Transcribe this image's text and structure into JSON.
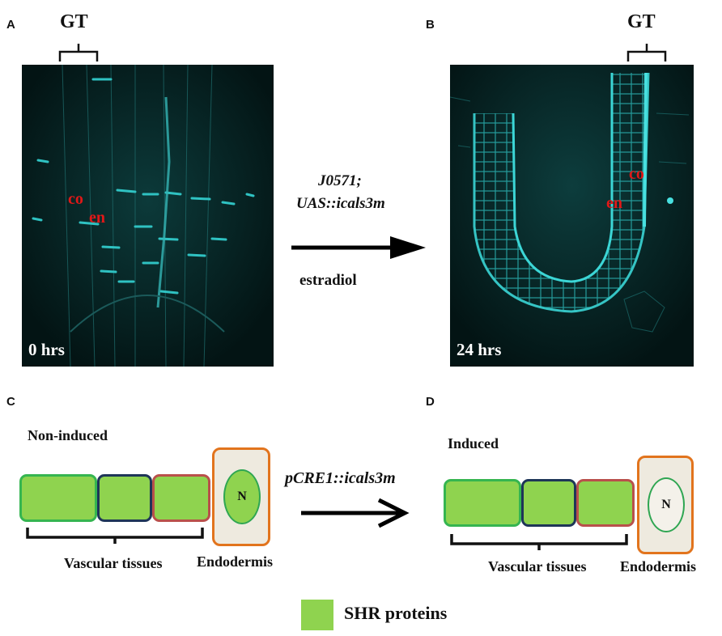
{
  "panels": {
    "a": {
      "letter": "A",
      "bracket_label": "GT",
      "time": "0 hrs",
      "label_co": "co",
      "label_en": "en"
    },
    "b": {
      "letter": "B",
      "bracket_label": "GT",
      "time": "24 hrs",
      "label_co": "co",
      "label_en": "en"
    },
    "c": {
      "letter": "C",
      "state": "Non-induced",
      "nucleus": "N",
      "vascular": "Vascular tissues",
      "endodermis": "Endodermis"
    },
    "d": {
      "letter": "D",
      "state": "Induced",
      "nucleus": "N",
      "vascular": "Vascular tissues",
      "endodermis": "Endodermis"
    }
  },
  "top_arrow": {
    "line1": "J0571;",
    "line2": "UAS::icals3m",
    "below": "estradiol"
  },
  "bottom_arrow": {
    "label": "pCRE1::icals3m"
  },
  "legend": {
    "label": "SHR proteins",
    "color": "#8fd34f"
  },
  "colors": {
    "cell_fill": "#8fd34f",
    "endodermis_border": "#e2741d",
    "nucleus_border": "#2fa652",
    "co_en_text": "#e01818"
  }
}
